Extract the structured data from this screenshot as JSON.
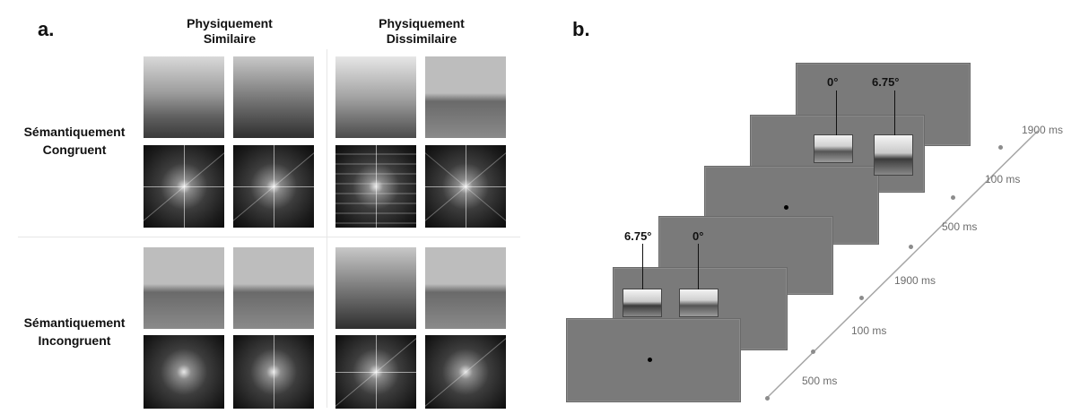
{
  "panel_a": {
    "letter": "a.",
    "col_physically_similar": [
      "Physiquement",
      "Similaire"
    ],
    "col_physically_dissimilar": [
      "Physiquement",
      "Dissimilaire"
    ],
    "row_congruent": [
      "Sémantiquement",
      "Congruent"
    ],
    "row_incongruent": [
      "Sémantiquement",
      "Incongruent"
    ]
  },
  "panel_b": {
    "letter": "b.",
    "angles_top": [
      "0°",
      "6.75°"
    ],
    "angles_bottom": [
      "6.75°",
      "0°"
    ],
    "durations": [
      "500 ms",
      "100 ms",
      "1900 ms",
      "500 ms",
      "100 ms",
      "1900 ms"
    ]
  },
  "colors": {
    "screen": "#7a7a7a",
    "timeline": "#a6a6a6",
    "timeline_text": "#6d6d6d"
  }
}
